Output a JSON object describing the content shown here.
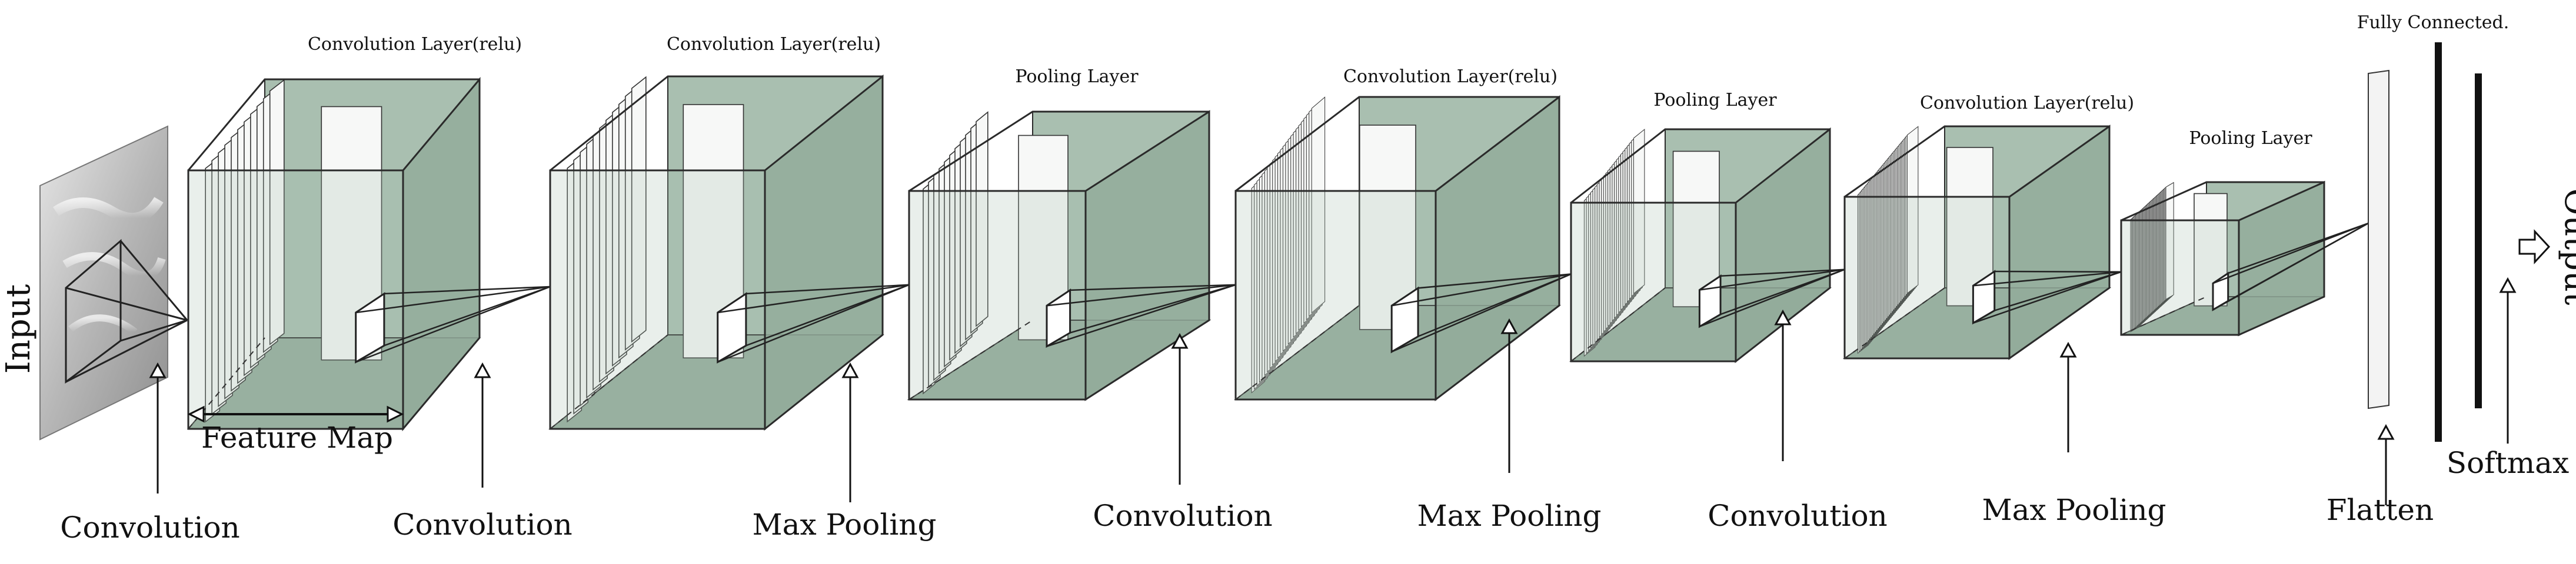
{
  "input_label": "Input",
  "output_label": "Output",
  "layers": [
    {
      "kind": "conv",
      "title": "Convolution Layer(relu)",
      "maps": 11,
      "slot": 0
    },
    {
      "kind": "conv",
      "title": "Convolution Layer(relu)",
      "maps": 11,
      "slot": 1
    },
    {
      "kind": "pool",
      "title": "Pooling Layer",
      "maps": 11,
      "slot": 2
    },
    {
      "kind": "conv",
      "title": "Convolution Layer(relu)",
      "maps": 24,
      "slot": 3
    },
    {
      "kind": "pool",
      "title": "Pooling Layer",
      "maps": 24,
      "slot": 4
    },
    {
      "kind": "conv",
      "title": "Convolution Layer(relu)",
      "maps": 36,
      "slot": 5
    },
    {
      "kind": "pool",
      "title": "Pooling Layer",
      "maps": 36,
      "slot": 6
    }
  ],
  "operations": [
    {
      "label": "Convolution",
      "slot": 0
    },
    {
      "label": "Convolution",
      "slot": 1
    },
    {
      "label": "Max Pooling",
      "slot": 2
    },
    {
      "label": "Convolution",
      "slot": 3
    },
    {
      "label": "Max Pooling",
      "slot": 4
    },
    {
      "label": "Convolution",
      "slot": 5
    },
    {
      "label": "Max Pooling",
      "slot": 6
    },
    {
      "label": "Flatten",
      "slot": 7
    },
    {
      "label": "Softmax",
      "slot": 8
    }
  ],
  "feature_map_label": "Feature Map",
  "fully_connected_label": "Fully Connected.",
  "colors": {
    "block_fill": "#a9bfb0",
    "block_side": "#93ab9b",
    "block_stroke": "#2a2a2a",
    "map_fill": "#f7f8f7",
    "input_fill": "#c9c9c9"
  }
}
